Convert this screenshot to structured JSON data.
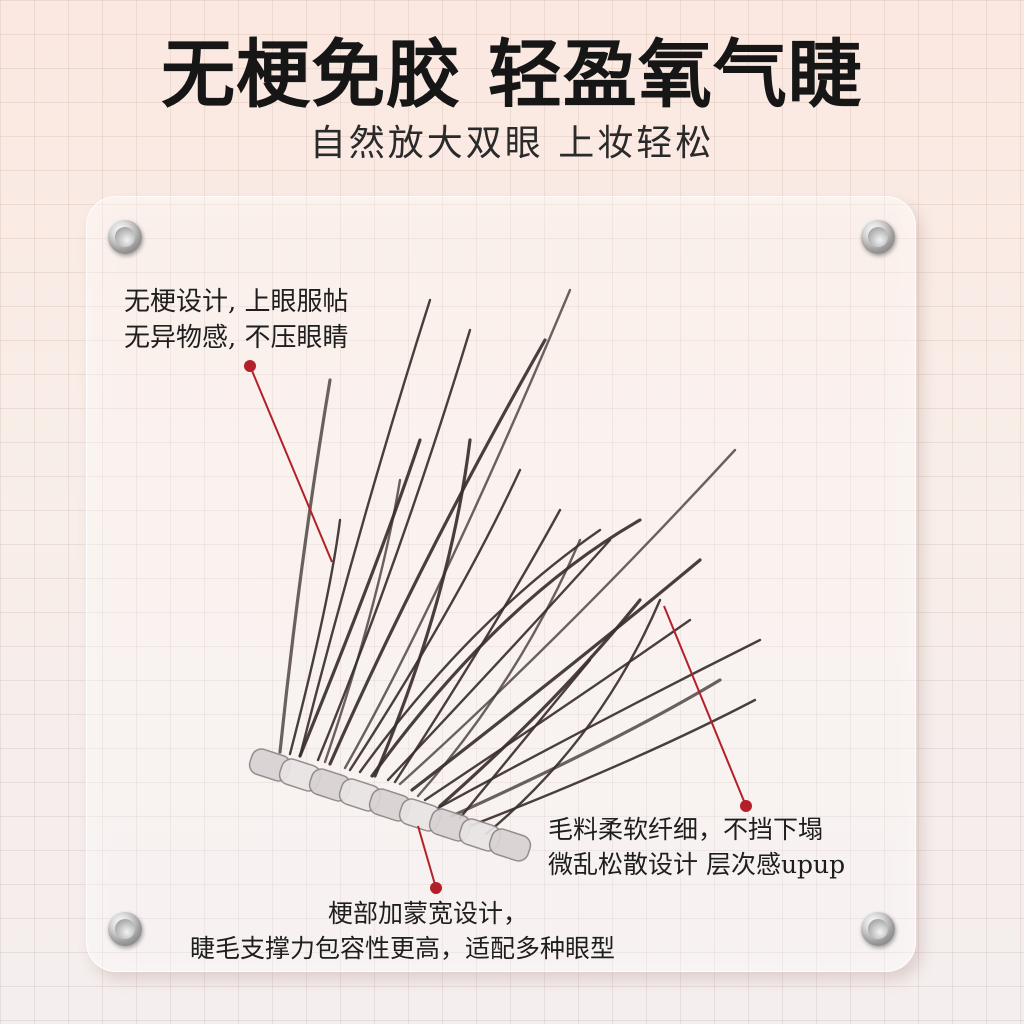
{
  "headline": "无梗免胶 轻盈氧气睫",
  "subline": "自然放大双眼 上妆轻松",
  "callouts": {
    "top_left": {
      "line1": "无梗设计, 上眼服帖",
      "line2": "无异物感, 不压眼睛"
    },
    "right": {
      "line1": "毛料柔软纤细，不挡下塌",
      "line2": "微乱松散设计 层次感upup"
    },
    "bottom": {
      "line1": "梗部加蒙宽设计，",
      "line2": "睫毛支撑力包容性更高，适配多种眼型"
    }
  },
  "colors": {
    "pointer": "#b3202a",
    "lash": "#3b2f2c",
    "title": "#161616"
  }
}
